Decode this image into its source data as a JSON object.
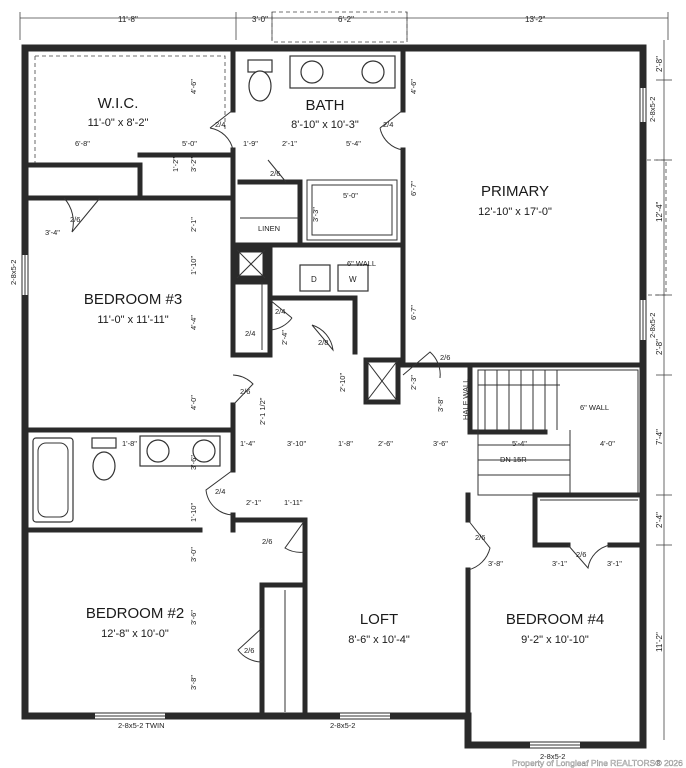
{
  "rooms": {
    "wic": {
      "name": "W.I.C.",
      "size": "11'-0\" x 8'-2\""
    },
    "bath": {
      "name": "BATH",
      "size": "8'-10\" x 10'-3\""
    },
    "primary": {
      "name": "PRIMARY",
      "size": "12'-10\" x 17'-0\""
    },
    "bedroom3": {
      "name": "BEDROOM #3",
      "size": "11'-0\" x 11'-11\""
    },
    "bedroom2": {
      "name": "BEDROOM #2",
      "size": "12'-8\" x 10'-0\""
    },
    "loft": {
      "name": "LOFT",
      "size": "8'-6\" x 10'-4\""
    },
    "bedroom4": {
      "name": "BEDROOM #4",
      "size": "9'-2\" x 10'-10\""
    }
  },
  "labels": {
    "linen": "LINEN",
    "wall6_top": "6\" WALL",
    "wall6_stair": "6\" WALL",
    "half_wall": "HALF WALL",
    "stair": "DN 15R",
    "washer": "W",
    "dryer": "D",
    "shower": "5'-0\"",
    "window_bottom_left": "2-8x5-2 TWIN",
    "window_bottom_mid": "2-8x5-2",
    "window_bottom_right": "2-8x5-2",
    "window_left": "2-8x5-2",
    "window_right_top": "2-8x5-2",
    "window_right_mid": "2-8x5-2"
  },
  "doors": {
    "d1": "2/4",
    "d2": "2/4",
    "d3": "2/6",
    "d4": "2/6",
    "d5": "2/4",
    "d6": "2/4",
    "d7": "2/8",
    "d8": "2/6",
    "d9": "2/6",
    "d10": "2/4",
    "d11": "2/6",
    "d12": "2/6",
    "d13": "2/6",
    "d14": "2/6"
  },
  "dims_top": [
    "11'-8\"",
    "3'-0\"",
    "6'-2\"",
    "13'-2\""
  ],
  "dims_right": [
    "2'-8\"",
    "12'-4\"",
    "2'-8\"",
    "7'-4\"",
    "2'-4\"",
    "11'-2\""
  ],
  "dims_interior": [
    "6'-8\"",
    "5'-0\"",
    "1'-9\"",
    "2'-1\"",
    "5'-4\"",
    "4'-6\"",
    "4'-6\"",
    "1'-2\"",
    "3'-2\"",
    "3'-4\"",
    "2'-1\"",
    "3'-3\"",
    "6'-7\"",
    "1'-10\"",
    "4'-4\"",
    "2'-4\"",
    "6'-7\"",
    "2'-10\"",
    "2'-3\"",
    "3'-8\"",
    "4'-0\"",
    "2'-1 1/2\"",
    "1'-4\"",
    "3'-10\"",
    "1'-8\"",
    "2'-6\"",
    "3'-6\"",
    "5'-4\"",
    "4'-0\"",
    "1'-8\"",
    "3'-6\"",
    "2'-1\"",
    "1'-11\"",
    "1'-10\"",
    "3'-0\"",
    "3'-8\"",
    "3'-1\"",
    "3'-1\"",
    "3'-6\"",
    "3'-8\""
  ],
  "watermark": "Property of Longleaf Pine REALTORS® 2026"
}
